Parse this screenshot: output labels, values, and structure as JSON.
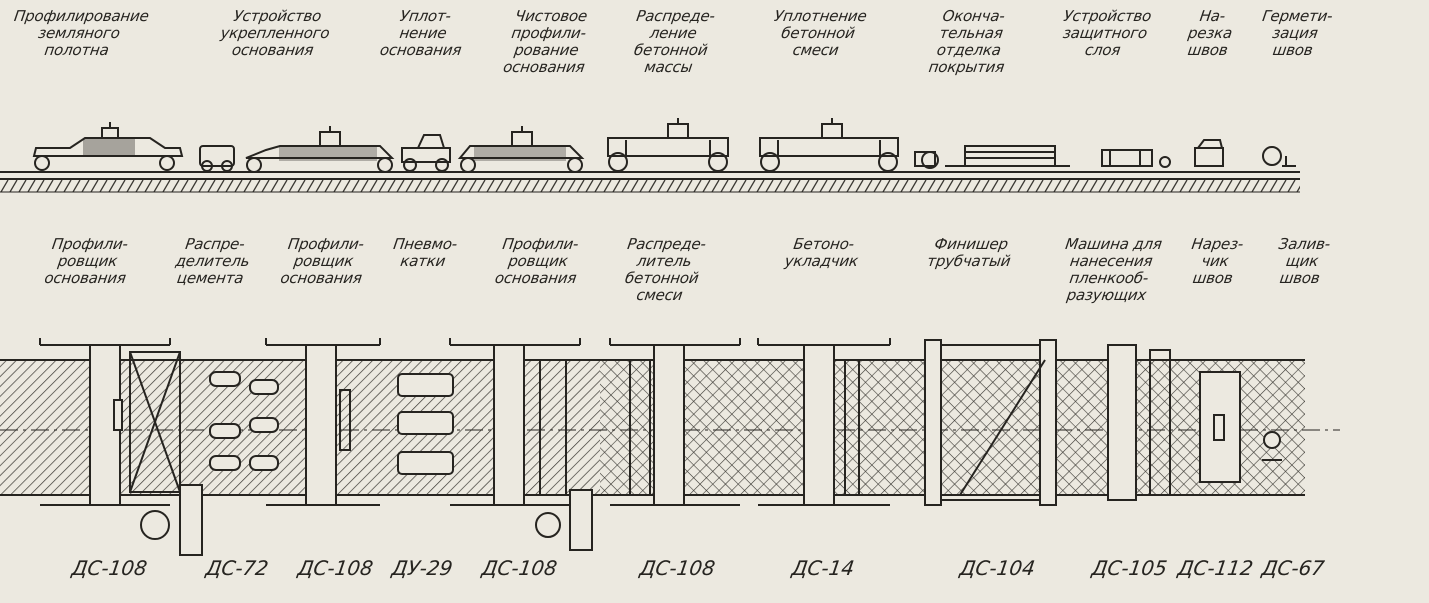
{
  "operations": [
    "Профилирование\nземляного\nполотна",
    "Устройство\nукрепленного\nоснования",
    "Уплот-\nнение\nоснования",
    "Чистовое\nпрофили-\nрование\nоснования",
    "Распреде-\nление\nбетонной\nмассы",
    "Уплотнение\nбетонной\nсмеси",
    "Оконча-\nтельная\nотделка\nпокрытия",
    "Устройство\nзащитного\nслоя",
    "На-\nрезка\nшвов",
    "Гермети-\nзация\nшвов"
  ],
  "machines": [
    "Профили-\nровщик\nоснования",
    "Распре-\nделитель\nцемента",
    "Профили-\nровщик\nоснования",
    "Пневмо-\nкатки",
    "Профили-\nровщик\nоснования",
    "Распреде-\nлитель\nбетонной\nсмеси",
    "Бетоно-\nукладчик",
    "Финишер\nтрубчатый",
    "Машина для\nнанесения\nпленкооб-\nразующих",
    "Нарез-\nчик\nшвов",
    "Залив-\nщик\nшвов"
  ],
  "models": [
    "ДС-108",
    "ДС-72",
    "ДС-108",
    "ДУ-29",
    "ДС-108",
    "ДС-108",
    "ДС-14",
    "ДС-104",
    "ДС-105",
    "ДС-112",
    "ДС-67"
  ],
  "colors": {
    "ink": "#262420",
    "paper": "#ece9e0"
  }
}
